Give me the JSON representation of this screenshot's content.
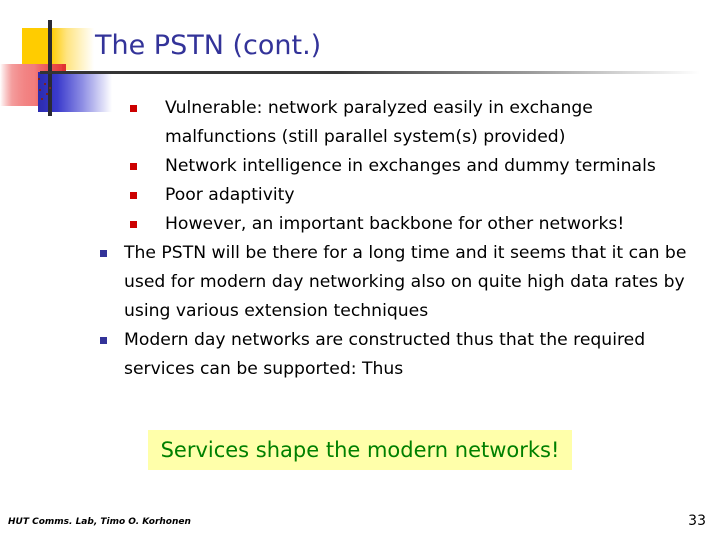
{
  "slide": {
    "title": "The PSTN (cont.)",
    "page_number": "33",
    "footer": "HUT Comms. Lab, Timo O. Korhonen",
    "background_color": "#FFFFFF",
    "title_color": "#333399",
    "body_text_color": "#000000",
    "level2_bullet_color": "#CC0000",
    "level1_bullet_color": "#333399",
    "callout_background_color": "#FFFFAA",
    "callout_text_color": "#008000",
    "decoration": {
      "yellow_color": "#FFCC00",
      "red_color": "#EE4444",
      "blue_color": "#3A3ACC",
      "line_color": "#2A2A33"
    }
  },
  "bullets": [
    {
      "level": 2,
      "text": "Vulnerable: network paralyzed easily in exchange malfunctions (still parallel system(s) provided)"
    },
    {
      "level": 2,
      "text": "Network intelligence in exchanges and dummy terminals"
    },
    {
      "level": 2,
      "text": "Poor adaptivity"
    },
    {
      "level": 2,
      "text": "However, an important backbone for other networks!"
    },
    {
      "level": 1,
      "text": "The PSTN will be there for a long time and it seems that it can be used for modern day networking also on quite high data rates by using various extension techniques"
    },
    {
      "level": 1,
      "text": "Modern day networks are constructed thus that the required services can be supported: Thus"
    }
  ],
  "callout": {
    "text": "Services shape the modern networks!"
  }
}
